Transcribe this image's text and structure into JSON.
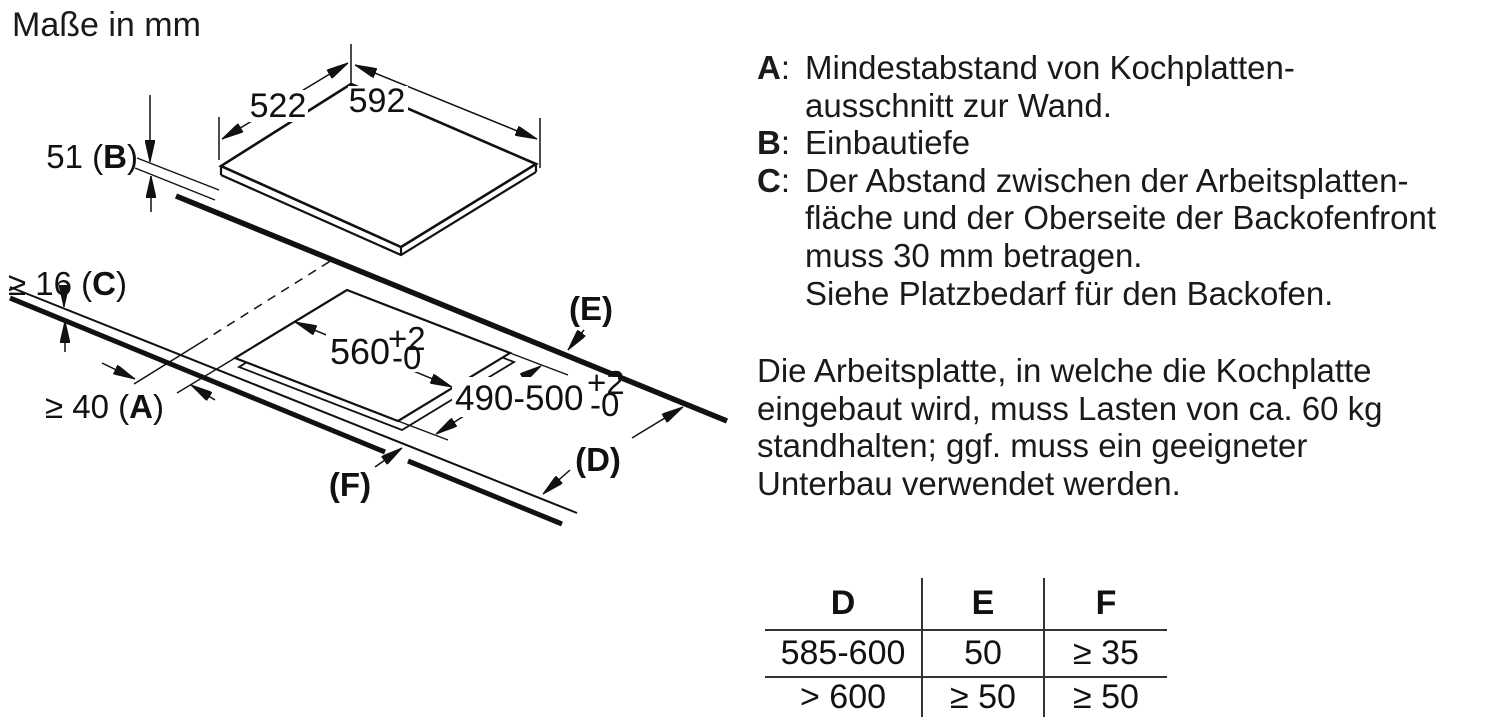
{
  "title": "Maße in mm",
  "diagram": {
    "dim_width_left": "522",
    "dim_width_right": "592",
    "dim_b_prefix": "51 (",
    "dim_b_letter": "B",
    "dim_b_suffix": ")",
    "dim_c_prefix": "≥ 16 (",
    "dim_c_letter": "C",
    "dim_c_suffix": ")",
    "dim_a_prefix": "≥ 40 (",
    "dim_a_letter": "A",
    "dim_a_suffix": ")",
    "dim_cutout_width": "560",
    "dim_cutout_width_tol_plus": "+2",
    "dim_cutout_width_tol_minus": "-0",
    "dim_cutout_depth": "490-500",
    "dim_cutout_depth_tol_plus": "+2",
    "dim_cutout_depth_tol_minus": "-0",
    "label_e": "(E)",
    "label_d": "(D)",
    "label_f": "(F)"
  },
  "legend": [
    {
      "key": "A",
      "sep": ":",
      "lines": [
        "Mindestabstand von Kochplatten-",
        "ausschnitt zur Wand."
      ]
    },
    {
      "key": "B",
      "sep": ":",
      "lines": [
        "Einbautiefe"
      ]
    },
    {
      "key": "C",
      "sep": ":",
      "lines": [
        "Der Abstand zwischen der Arbeitsplatten-",
        "fläche und der Oberseite der Backofenfront",
        "muss 30 mm betragen.",
        "Siehe Platzbedarf für den Backofen."
      ]
    }
  ],
  "note": {
    "lines": [
      "Die Arbeitsplatte, in welche die Kochplatte",
      "eingebaut wird, muss Lasten von ca. 60 kg",
      "standhalten; ggf. muss ein geeigneter",
      "Unterbau verwendet werden."
    ]
  },
  "table": {
    "headers": [
      "D",
      "E",
      "F"
    ],
    "rows": [
      [
        "585-600",
        "50",
        "≥ 35"
      ],
      [
        "> 600",
        "≥ 50",
        "≥ 50"
      ]
    ]
  }
}
